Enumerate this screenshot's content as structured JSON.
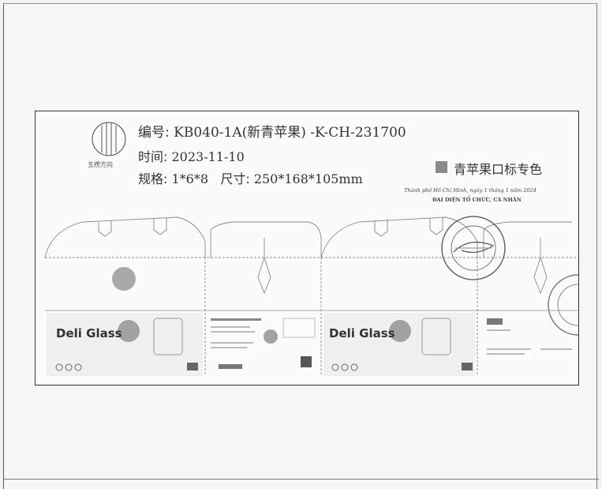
{
  "document": {
    "grain_label": "五楞方向",
    "code_key": "编号:",
    "code_value": "KB040-1A(新青苹果) -K-CH-231700",
    "time_key": "时间:",
    "time_value": "2023-11-10",
    "spec_key": "规格:",
    "spec_value": "1*6*8",
    "size_key": "尺寸:",
    "size_value": "250*168*105mm",
    "swatch_label": "青苹果口标专色",
    "swatch_color": "#8b8b8b",
    "seal_note": "Thành phố Hồ Chí Minh, ngày 1 tháng 1 năm 2024",
    "seal_title": "ĐẠI DIỆN TỔ CHỨC, CÁ NHÂN",
    "panels": [
      {
        "label": "Deli Glass"
      },
      {
        "label": "Deli Glass"
      }
    ]
  }
}
